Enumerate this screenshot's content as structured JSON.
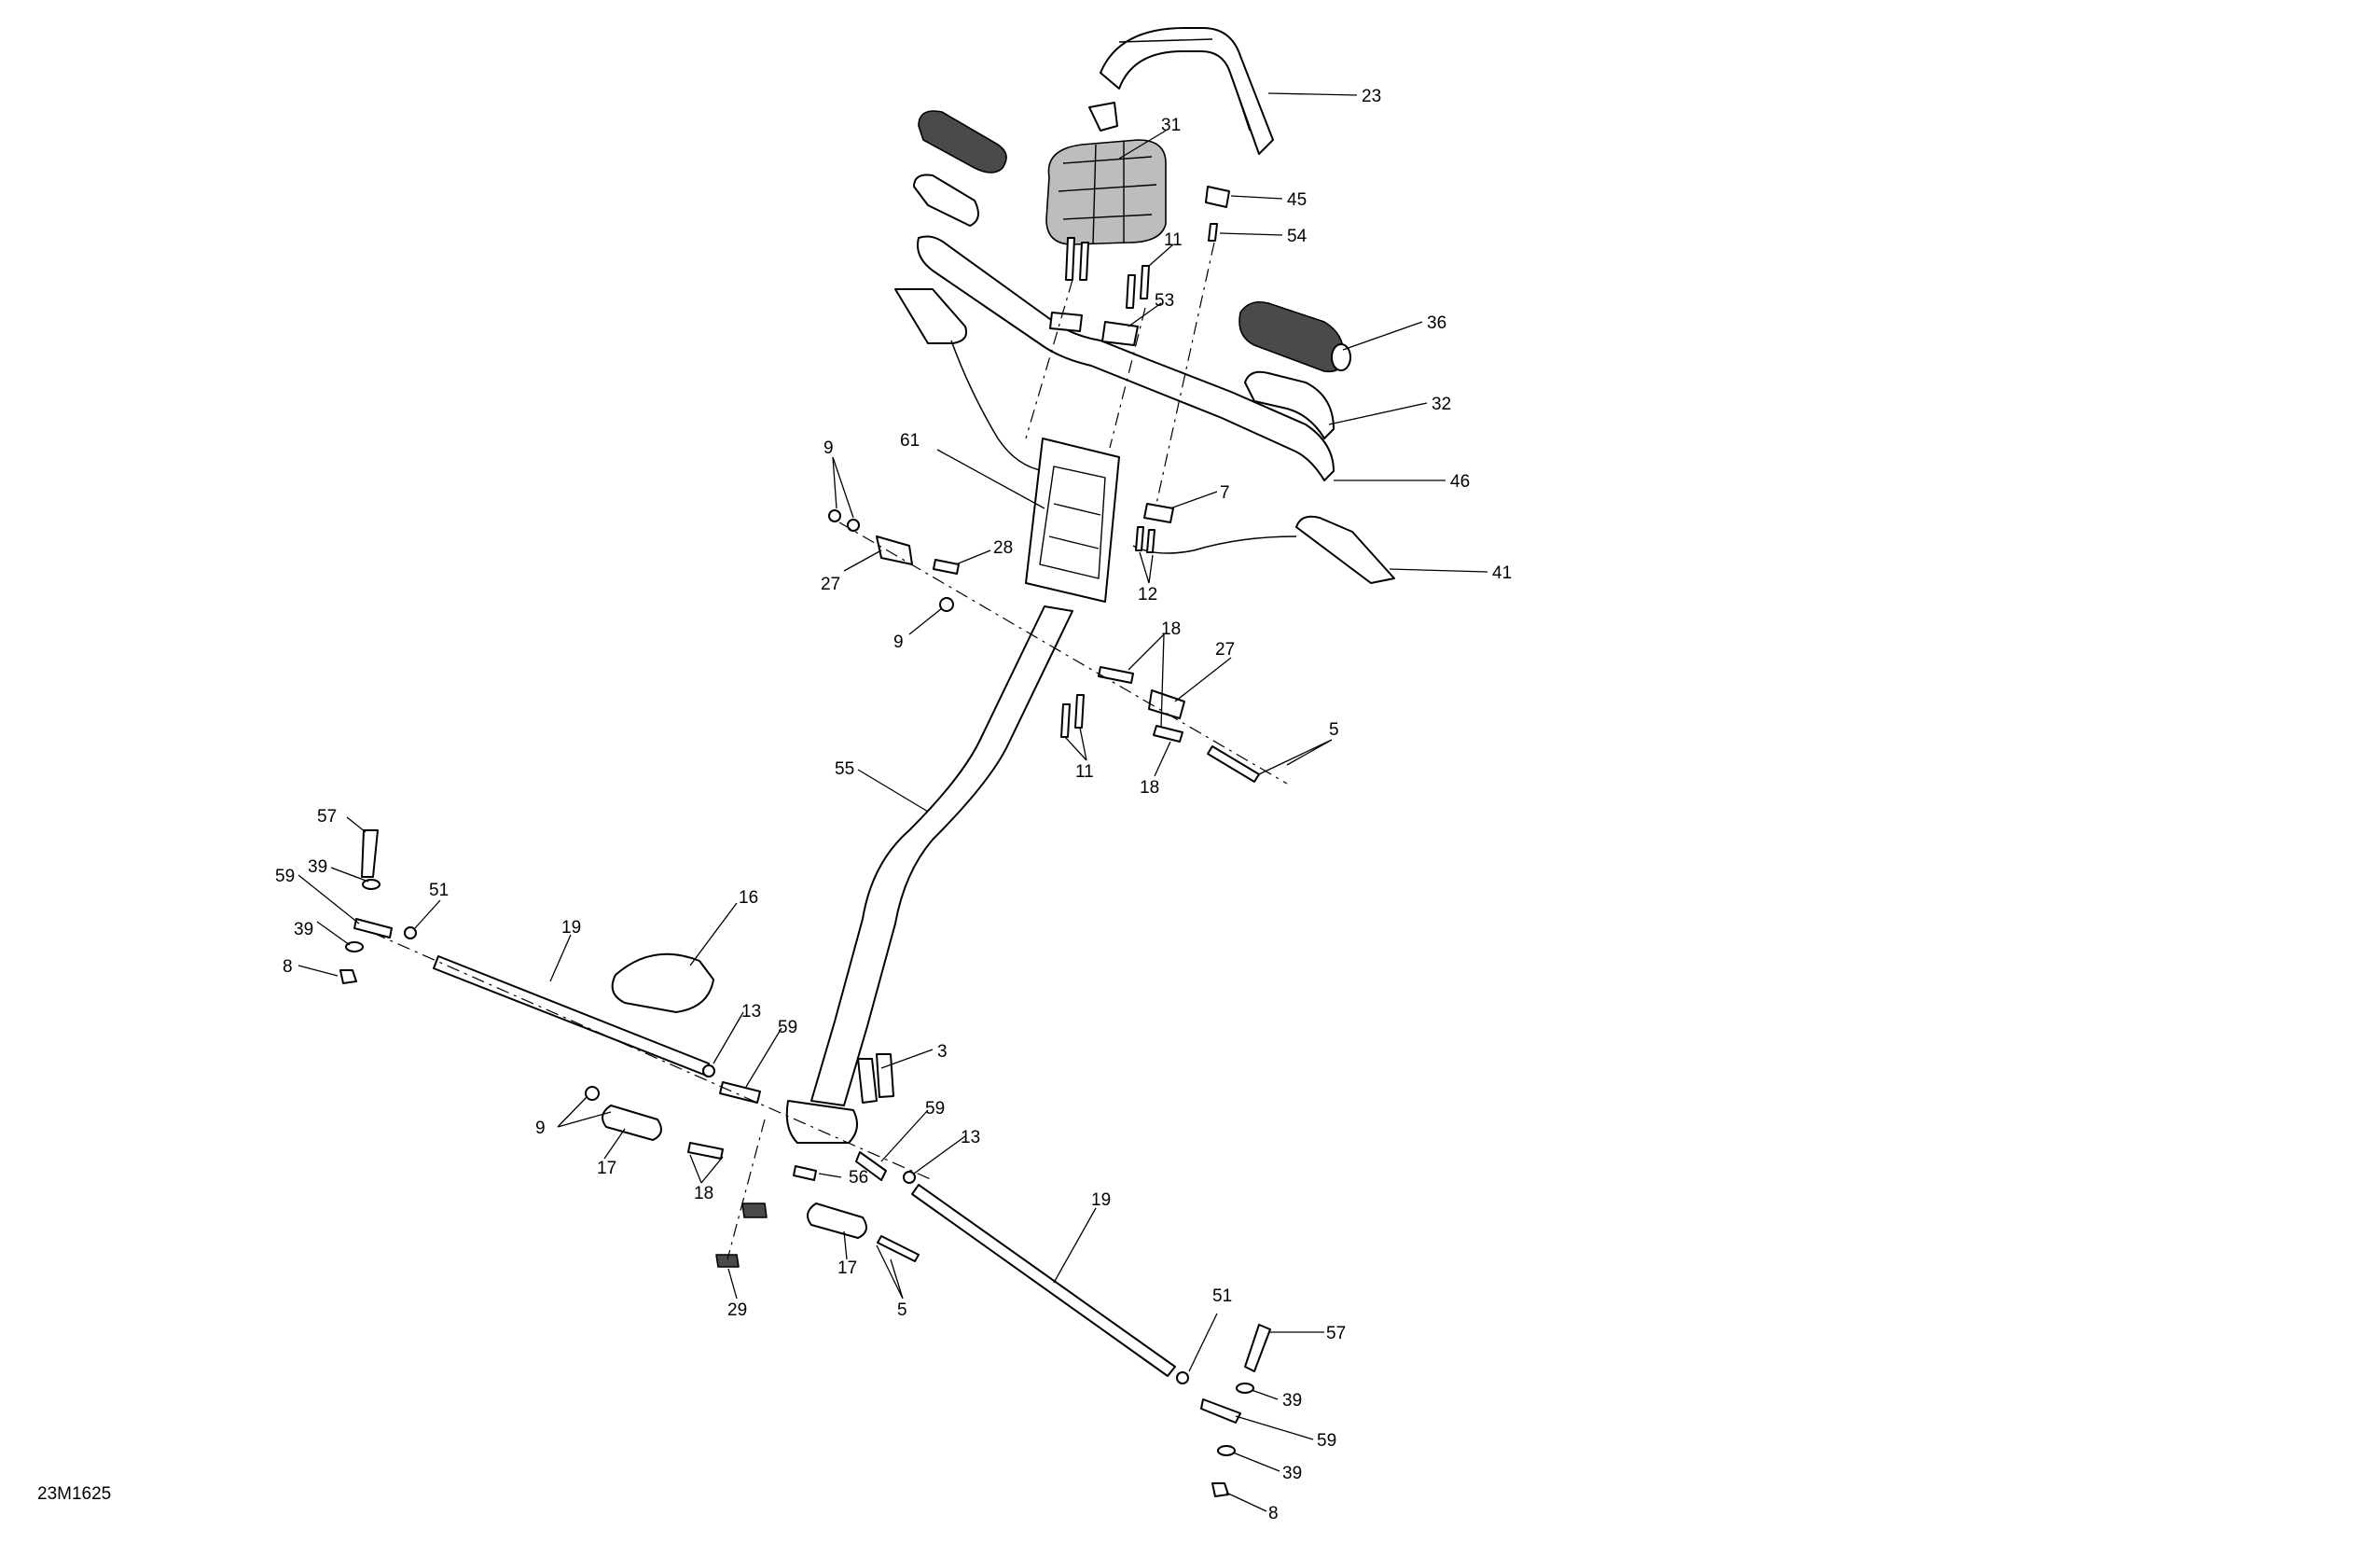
{
  "diagram_id": "23M1625",
  "callouts": [
    {
      "label": "23"
    },
    {
      "label": "31"
    },
    {
      "label": "45"
    },
    {
      "label": "54"
    },
    {
      "label": "11"
    },
    {
      "label": "53"
    },
    {
      "label": "36"
    },
    {
      "label": "32"
    },
    {
      "label": "46"
    },
    {
      "label": "61"
    },
    {
      "label": "9"
    },
    {
      "label": "7"
    },
    {
      "label": "28"
    },
    {
      "label": "27"
    },
    {
      "label": "12"
    },
    {
      "label": "41"
    },
    {
      "label": "9"
    },
    {
      "label": "18"
    },
    {
      "label": "27"
    },
    {
      "label": "5"
    },
    {
      "label": "11"
    },
    {
      "label": "18"
    },
    {
      "label": "55"
    },
    {
      "label": "57"
    },
    {
      "label": "39"
    },
    {
      "label": "59"
    },
    {
      "label": "51"
    },
    {
      "label": "39"
    },
    {
      "label": "19"
    },
    {
      "label": "16"
    },
    {
      "label": "8"
    },
    {
      "label": "13"
    },
    {
      "label": "59"
    },
    {
      "label": "3"
    },
    {
      "label": "59"
    },
    {
      "label": "9"
    },
    {
      "label": "13"
    },
    {
      "label": "17"
    },
    {
      "label": "18"
    },
    {
      "label": "56"
    },
    {
      "label": "19"
    },
    {
      "label": "17"
    },
    {
      "label": "5"
    },
    {
      "label": "29"
    },
    {
      "label": "51"
    },
    {
      "label": "57"
    },
    {
      "label": "39"
    },
    {
      "label": "59"
    },
    {
      "label": "39"
    },
    {
      "label": "8"
    }
  ]
}
